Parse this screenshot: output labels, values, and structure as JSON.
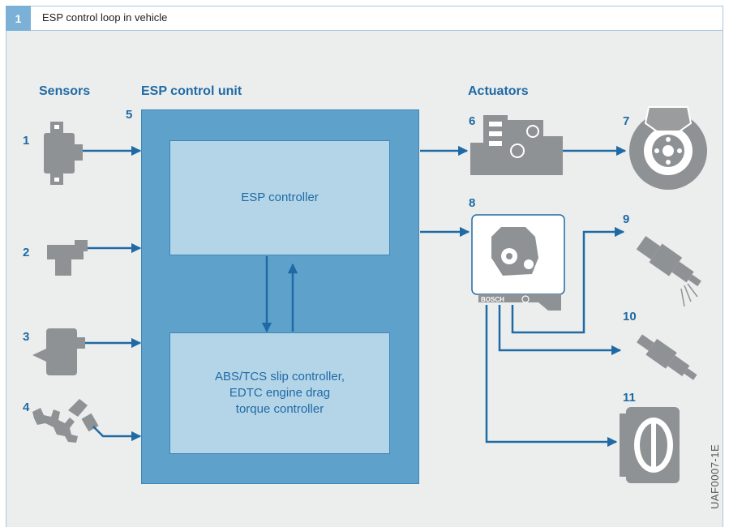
{
  "figure": {
    "number": "1",
    "title": "ESP control loop in vehicle",
    "code": "UAF0007-1E"
  },
  "headers": {
    "sensors": "Sensors",
    "control_unit": "ESP control unit",
    "actuators": "Actuators"
  },
  "blocks": {
    "esp_controller": "ESP controller",
    "slip_controller_lines": [
      "ABS/TCS slip controller,",
      "EDTC engine drag",
      "torque controller"
    ]
  },
  "labels": [
    "1",
    "2",
    "3",
    "4",
    "5",
    "6",
    "7",
    "8",
    "9",
    "10",
    "11"
  ],
  "ecu_brand": "BOSCH",
  "colors": {
    "accent": "#1f6aa5",
    "ecu_fill": "#5ea2cc",
    "block_fill": "#b4d5e8",
    "component_gray": "#8f9294",
    "background": "#eceeed"
  }
}
